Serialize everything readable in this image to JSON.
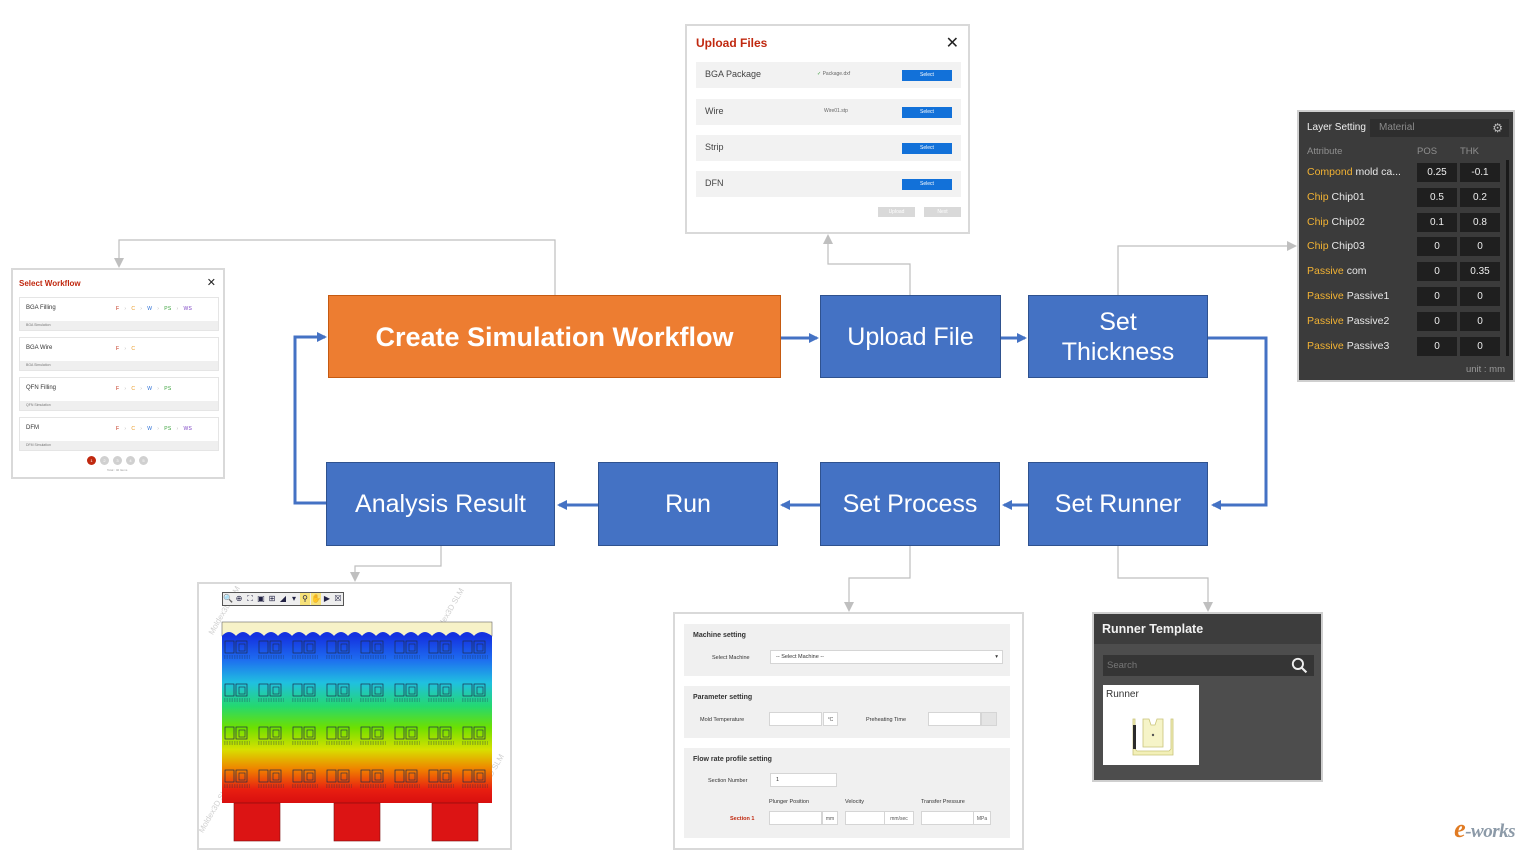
{
  "steps": {
    "create": "Create Simulation Workflow",
    "upload": "Upload File",
    "thickness_line1": "Set",
    "thickness_line2": "Thickness",
    "runner": "Set Runner",
    "process": "Set Process",
    "run": "Run",
    "analysis": "Analysis Result"
  },
  "colors": {
    "step_blue": "#4472c4",
    "step_orange": "#ed7d31",
    "connector_blue": "#4472c4",
    "connector_grey": "#bfbfbf",
    "accent_red": "#c0280f",
    "select_blue": "#1271d9"
  },
  "upload_files": {
    "title": "Upload Files",
    "close": "✕",
    "rows": [
      {
        "label": "BGA Package",
        "file": "Package.dxf",
        "ok": "✓",
        "button": "Select"
      },
      {
        "label": "Wire",
        "file": "Wire01.stp",
        "ok": "",
        "button": "Select"
      },
      {
        "label": "Strip",
        "file": "",
        "ok": "",
        "button": "Select"
      },
      {
        "label": "DFN",
        "file": "",
        "ok": "",
        "button": "Select"
      }
    ],
    "upload_button": "Upload",
    "next_button": "Next"
  },
  "select_workflow": {
    "title": "Select Workflow",
    "close": "✕",
    "items": [
      {
        "label": "BGA Filling",
        "sub": "BGA Simulation",
        "chain": [
          "F",
          "C",
          "W",
          "PS",
          "WS"
        ]
      },
      {
        "label": "BGA Wire",
        "sub": "BGA Simulation",
        "chain": [
          "F",
          "C"
        ]
      },
      {
        "label": "QFN Filling",
        "sub": "QFN Simulation",
        "chain": [
          "F",
          "C",
          "W",
          "PS"
        ]
      },
      {
        "label": "DFM",
        "sub": "DFM Simulation",
        "chain": [
          "F",
          "C",
          "W",
          "PS",
          "WS"
        ]
      }
    ],
    "pages": [
      "1",
      "2",
      "3",
      "4",
      "5"
    ],
    "total": "Total : 40 Items"
  },
  "layer_setting": {
    "tab_active": "Layer Setting",
    "tab_inactive": "Material",
    "gear": "⚙",
    "header": {
      "attribute": "Attribute",
      "pos": "POS",
      "thk": "THK"
    },
    "rows": [
      {
        "kind": "Compond",
        "name": "mold ca...",
        "pos": "0.25",
        "thk": "-0.1"
      },
      {
        "kind": "Chip",
        "name": "Chip01",
        "pos": "0.5",
        "thk": "0.2"
      },
      {
        "kind": "Chip",
        "name": "Chip02",
        "pos": "0.1",
        "thk": "0.8"
      },
      {
        "kind": "Chip",
        "name": "Chip03",
        "pos": "0",
        "thk": "0"
      },
      {
        "kind": "Passive",
        "name": "com",
        "pos": "0",
        "thk": "0.35"
      },
      {
        "kind": "Passive",
        "name": "Passive1",
        "pos": "0",
        "thk": "0"
      },
      {
        "kind": "Passive",
        "name": "Passive2",
        "pos": "0",
        "thk": "0"
      },
      {
        "kind": "Passive",
        "name": "Passive3",
        "pos": "0",
        "thk": "0"
      }
    ],
    "unit": "unit : mm"
  },
  "runner_template": {
    "title": "Runner Template",
    "search_placeholder": "Search",
    "card_label": "Runner"
  },
  "process_setting": {
    "machine": {
      "heading": "Machine setting",
      "label": "Select Machine",
      "value": "-- Select Machine --",
      "caret": "▾"
    },
    "parameter": {
      "heading": "Parameter setting",
      "mold_label": "Mold Temperature",
      "mold_unit": "°C",
      "preheat_label": "Preheating Time"
    },
    "flow": {
      "heading": "Flow rate profile setting",
      "section_label": "Section Number",
      "section_value": "1",
      "col_plunger": "Plunger Position",
      "col_velocity": "Velocity",
      "col_pressure": "Transfer Pressure",
      "row_label": "Section 1",
      "unit_mm": "mm",
      "unit_velocity": "mm/sec",
      "unit_pressure": "MPa"
    }
  },
  "analysis_view": {
    "toolbar": [
      "🔍",
      "⊕",
      "⛶",
      "▣",
      "⊞",
      "◢",
      "▾",
      "⚲",
      "✋",
      "▶",
      "☒"
    ],
    "watermark": "Moldex3D SLM"
  },
  "logo": {
    "e": "e",
    "rest": "-works"
  }
}
